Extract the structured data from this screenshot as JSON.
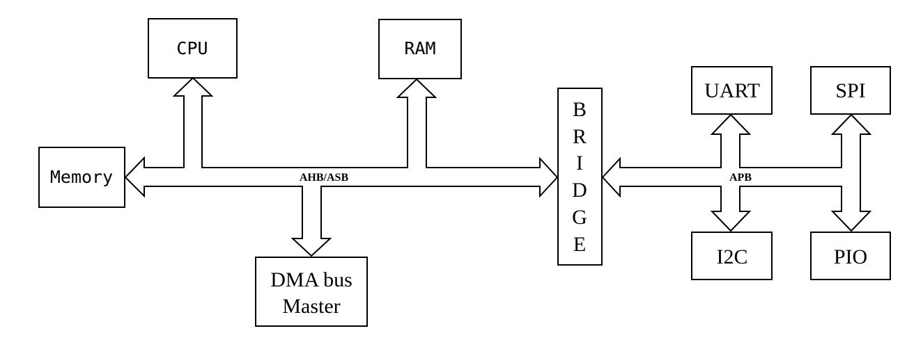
{
  "blocks": {
    "cpu": "CPU",
    "ram": "RAM",
    "memory": "Memory",
    "dma_line1": "DMA bus",
    "dma_line2": "Master",
    "uart": "UART",
    "spi": "SPI",
    "i2c": "I2C",
    "pio": "PIO"
  },
  "bridge": {
    "letters": [
      "B",
      "R",
      "I",
      "D",
      "G",
      "E"
    ]
  },
  "buses": {
    "ahb": "AHB/ASB",
    "apb": "APB"
  }
}
